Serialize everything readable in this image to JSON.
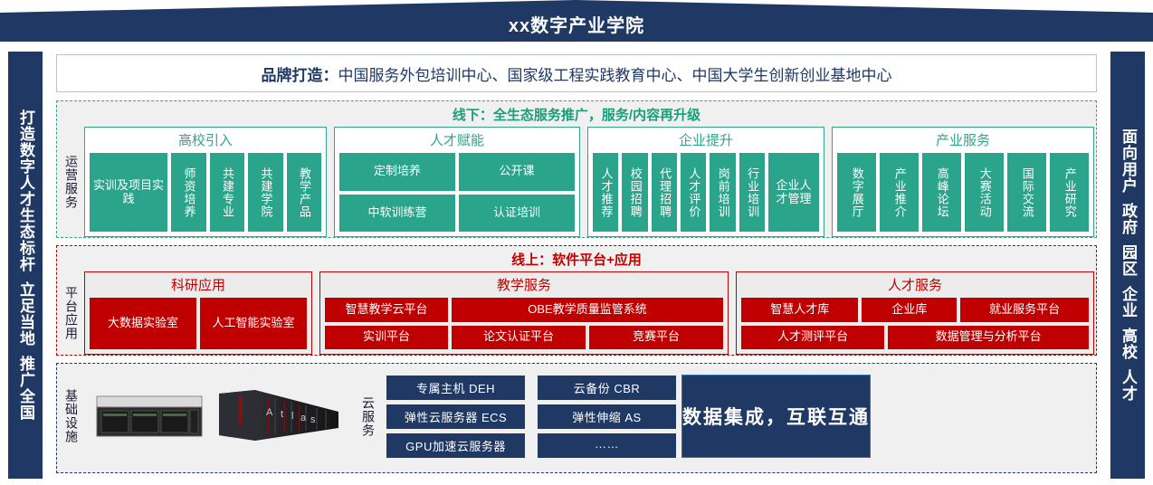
{
  "header": {
    "title": "xx数字产业学院",
    "bg": "#1f3864"
  },
  "rails": {
    "left": {
      "groups": [
        "打造数字人才生态标杆",
        "立足当地",
        "推广全国"
      ]
    },
    "right": {
      "groups": [
        "面向用户",
        "政府",
        "园区",
        "企业",
        "高校",
        "人才"
      ]
    }
  },
  "brand": {
    "label": "品牌打造：",
    "text": "中国服务外包培训中心、国家级工程实践教育中心、中国大学生创新创业基地中心"
  },
  "offline": {
    "title": "线下：全生态服务推广，服务/内容再升级",
    "side_label": "运营服务",
    "accent": "#2aa48a",
    "panels": [
      {
        "title": "高校引入",
        "wide": [
          "实训及项目实践"
        ],
        "vertical": [
          "师资培养",
          "共建专业",
          "共建学院",
          "教学产品"
        ]
      },
      {
        "title": "人才赋能",
        "grid": [
          "定制培养",
          "公开课",
          "中软训练营",
          "认证培训"
        ]
      },
      {
        "title": "企业提升",
        "vertical": [
          "人才推荐",
          "校园招聘",
          "代理招聘",
          "人才评价",
          "岗前培训",
          "行业培训"
        ],
        "wide": [
          "企业人才管理"
        ]
      },
      {
        "title": "产业服务",
        "vertical": [
          "数字展厅",
          "产业推介",
          "高峰论坛",
          "大赛活动",
          "国际交流",
          "产业研究"
        ]
      }
    ]
  },
  "online": {
    "title": "线上：软件平台+应用",
    "side_label": "平台应用",
    "accent": "#c00000",
    "panels": [
      {
        "title": "科研应用",
        "rows": [
          [
            "大数据实验室",
            "人工智能实验室"
          ]
        ]
      },
      {
        "title": "教学服务",
        "rows": [
          [
            "智慧教学云平台",
            "OBE教学质量监管系统"
          ],
          [
            "实训平台",
            "论文认证平台",
            "竞赛平台"
          ]
        ]
      },
      {
        "title": "人才服务",
        "rows": [
          [
            "智慧人才库",
            "企业库",
            "就业服务平台"
          ],
          [
            "人才测评平台",
            "数据管理与分析平台"
          ]
        ]
      }
    ]
  },
  "infra": {
    "side_label": "基础设施",
    "cloud_label": "云服务",
    "hardware": [
      "rack-server-image",
      "atlas-cluster-image"
    ],
    "atlas_text": "Atlas",
    "cloud_services": [
      "专属主机 DEH",
      "云备份 CBR",
      "弹性云服务器 ECS",
      "弹性伸缩 AS",
      "GPU加速云服务器",
      "……"
    ],
    "data_box": "数据集成，互联互通"
  }
}
